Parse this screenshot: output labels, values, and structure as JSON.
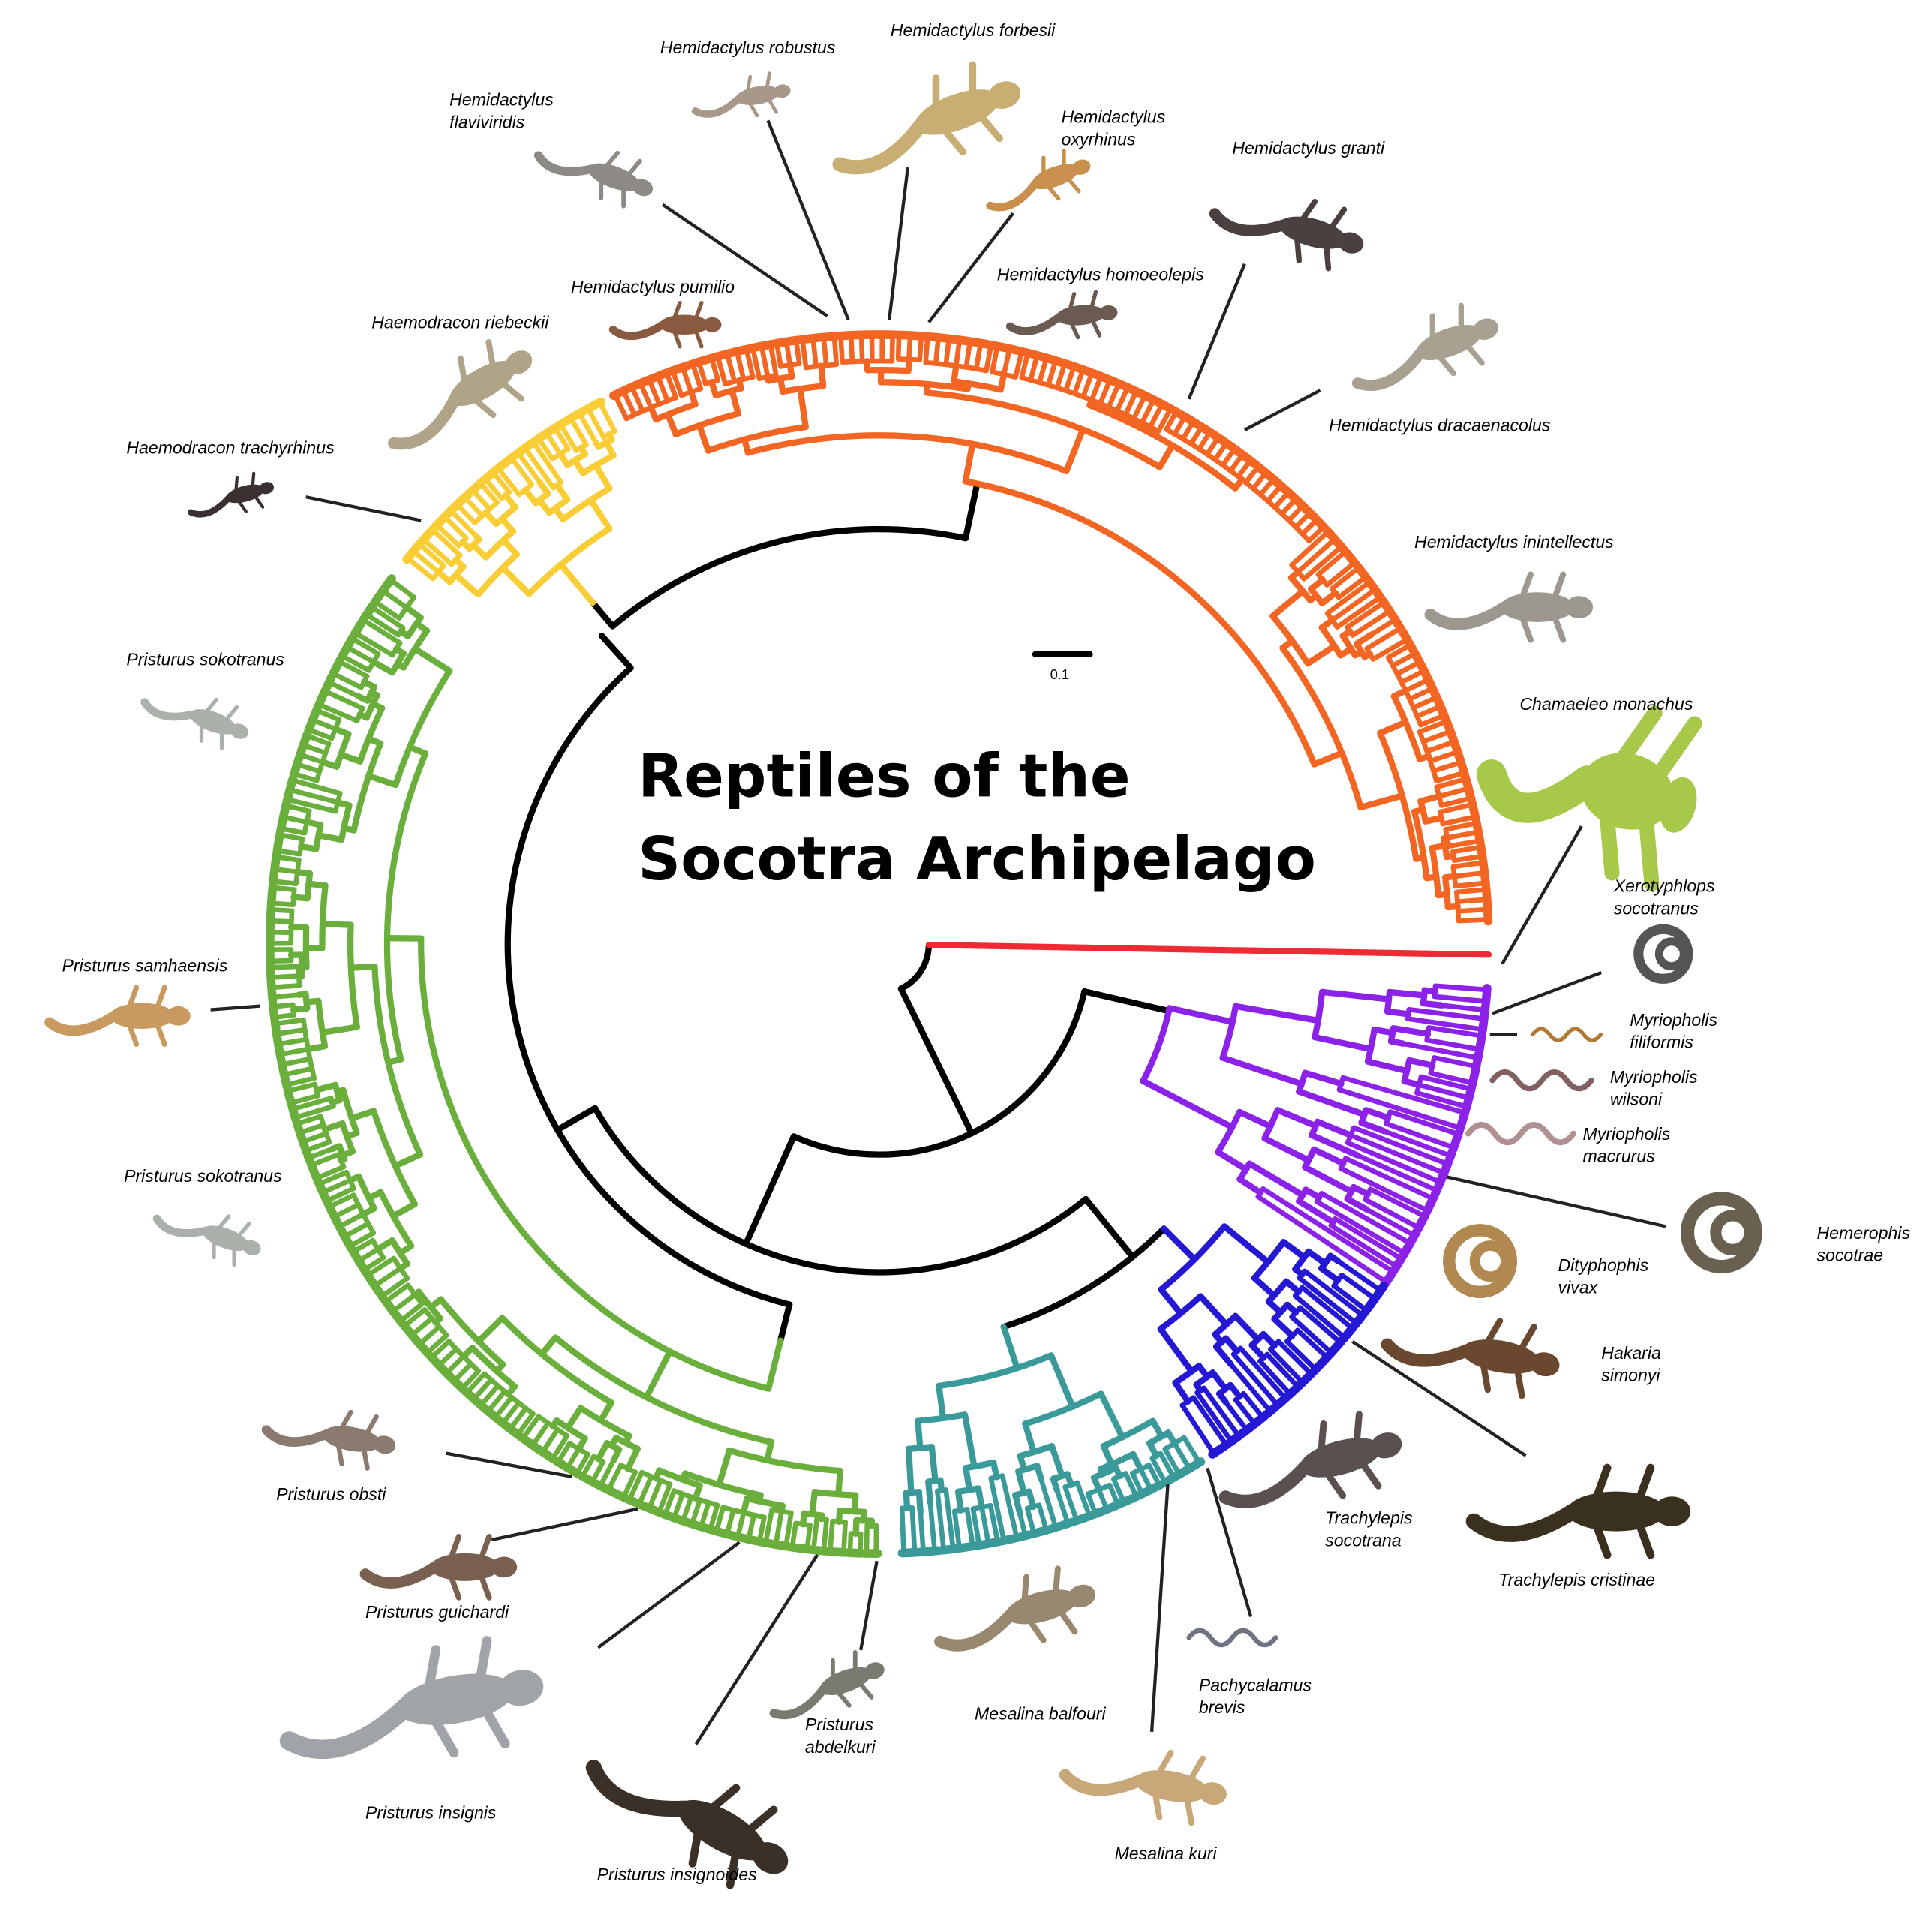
{
  "title": {
    "line1": "Reptiles of the",
    "line2": "Socotra Archipelago"
  },
  "scale_bar": {
    "label": "0.1",
    "value": 0.1
  },
  "clade_colors": {
    "hemidactylus": "#f26522",
    "haemodracon": "#f9cd36",
    "pristurus": "#6aae3c",
    "mesalina": "#3a9a9a",
    "trachylepis": "#2418d4",
    "snakes": "#8c22e8",
    "chamaeleo": "#ee2a34",
    "backbone": "#000000"
  },
  "species": [
    {
      "lines": [
        "Hemidactylus robustus"
      ]
    },
    {
      "lines": [
        "Hemidactylus forbesii"
      ]
    },
    {
      "lines": [
        "Hemidactylus",
        "flaviviridis"
      ]
    },
    {
      "lines": [
        "Hemidactylus",
        "oxyrhinus"
      ]
    },
    {
      "lines": [
        "Hemidactylus granti"
      ]
    },
    {
      "lines": [
        "Hemidactylus pumilio"
      ]
    },
    {
      "lines": [
        "Hemidactylus homoeolepis"
      ]
    },
    {
      "lines": [
        "Haemodracon riebeckii"
      ]
    },
    {
      "lines": [
        "Hemidactylus dracaenacolus"
      ]
    },
    {
      "lines": [
        "Haemodracon trachyrhinus"
      ]
    },
    {
      "lines": [
        "Hemidactylus inintellectus"
      ]
    },
    {
      "lines": [
        "Pristurus sokotranus"
      ]
    },
    {
      "lines": [
        "Chamaeleo monachus"
      ]
    },
    {
      "lines": [
        "Xerotyphlops",
        "socotranus"
      ]
    },
    {
      "lines": [
        "Pristurus samhaensis"
      ]
    },
    {
      "lines": [
        "Myriopholis",
        "filiformis"
      ]
    },
    {
      "lines": [
        "Myriopholis",
        "wilsoni"
      ]
    },
    {
      "lines": [
        "Myriopholis",
        "macrurus"
      ]
    },
    {
      "lines": [
        "Pristurus sokotranus"
      ]
    },
    {
      "lines": [
        "Hemerophis",
        "socotrae"
      ]
    },
    {
      "lines": [
        "Dityphophis",
        "vivax"
      ]
    },
    {
      "lines": [
        "Hakaria",
        "simonyi"
      ]
    },
    {
      "lines": [
        "Pristurus obsti"
      ]
    },
    {
      "lines": [
        "Trachylepis",
        "socotrana"
      ]
    },
    {
      "lines": [
        "Trachylepis cristinae"
      ]
    },
    {
      "lines": [
        "Pristurus guichardi"
      ]
    },
    {
      "lines": [
        "Pachycalamus",
        "brevis"
      ]
    },
    {
      "lines": [
        "Mesalina balfouri"
      ]
    },
    {
      "lines": [
        "Pristurus",
        "abdelkuri"
      ]
    },
    {
      "lines": [
        "Pristurus insignis"
      ]
    },
    {
      "lines": [
        "Mesalina kuri"
      ]
    },
    {
      "lines": [
        "Pristurus insignoides"
      ]
    }
  ]
}
